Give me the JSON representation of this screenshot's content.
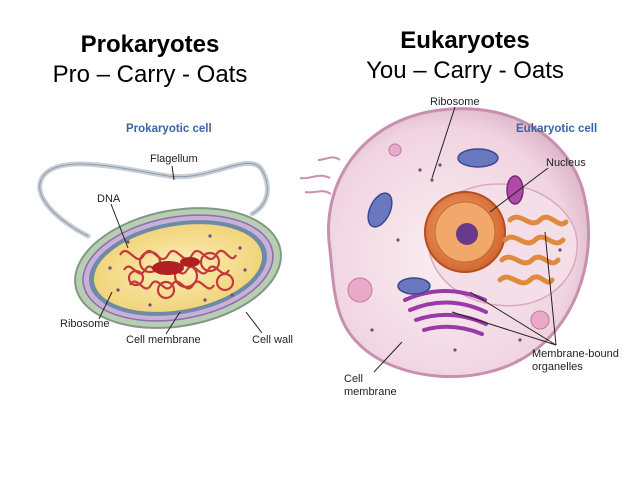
{
  "prokaryote": {
    "title": "Prokaryotes",
    "mnemonic": "Pro – Carry - Oats",
    "caption": "Prokaryotic cell",
    "labels": {
      "flagellum": "Flagellum",
      "dna": "DNA",
      "ribosome": "Ribosome",
      "cell_membrane": "Cell membrane",
      "cell_wall": "Cell wall"
    }
  },
  "eukaryote": {
    "title": "Eukaryotes",
    "mnemonic": "You – Carry - Oats",
    "caption": "Eukaryotic cell",
    "labels": {
      "ribosome": "Ribosome",
      "nucleus": "Nucleus",
      "organelles_line1": "Membrane-bound",
      "organelles_line2": "organelles",
      "membrane_line1": "Cell",
      "membrane_line2": "membrane"
    }
  },
  "colors": {
    "caption": "#3a64a8",
    "cytoplasm": "#f7e6a0",
    "dna": "#c43a3a",
    "cell_wall": "#9db8a0",
    "euk_membrane": "#e9c9d8",
    "nucleus": "#e07a3a",
    "nucleolus": "#6a3a8a",
    "golgi": "#9a3aa8",
    "er": "#e08a40"
  }
}
